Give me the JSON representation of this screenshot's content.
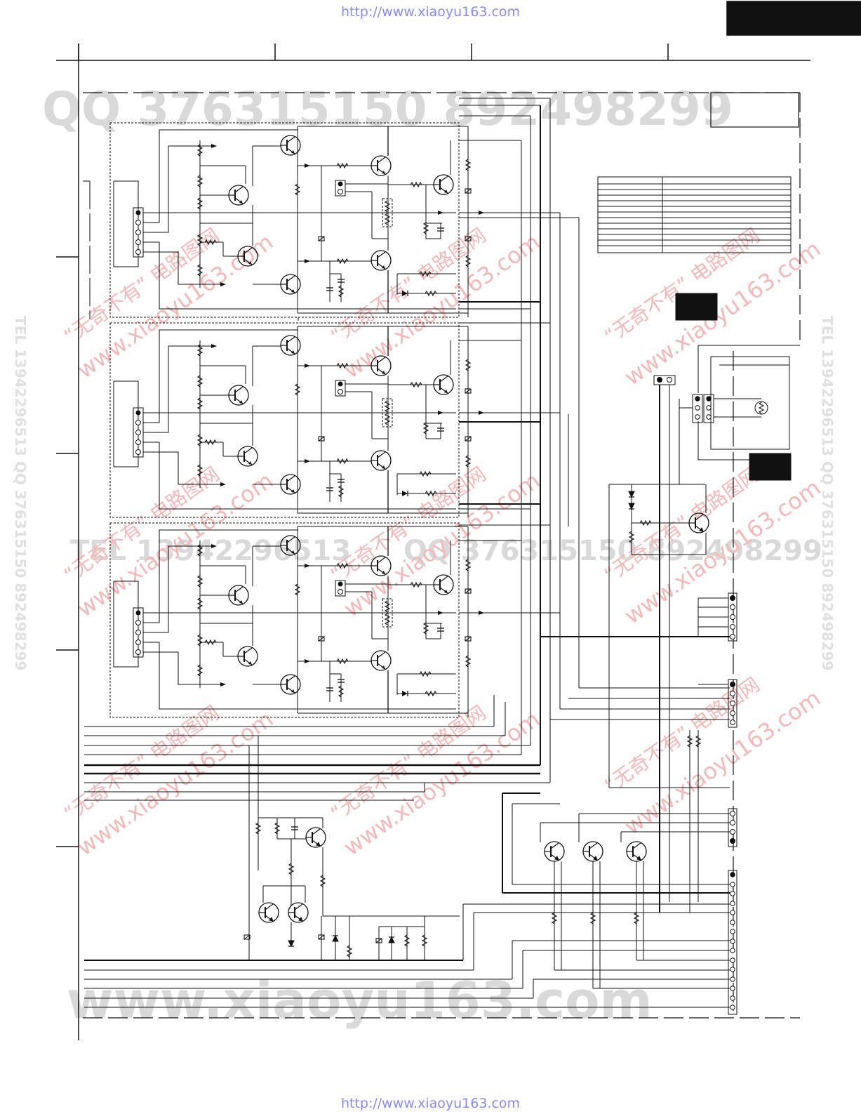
{
  "header": {
    "url_text": "http://www.xiaoyu163.com"
  },
  "footer": {
    "url_text": "http://www.xiaoyu163.com"
  },
  "watermarks": {
    "qq_line": "QQ 376315150   892498299",
    "tel_line": "TEL 13942296513",
    "qq_line_2": "QQ 376315150   892498299",
    "site_line": "www.xiaoyu163.com",
    "side_text": "TEL 13942296513  QQ 376315150  892498299",
    "cn_slogan": "“无奇不有” 电路图网",
    "cn_site": "www.xiaoyu163.com"
  },
  "colors": {
    "line": "#111111",
    "url": "#8a8af5",
    "watermark_gray": "#d9d9d9",
    "watermark_red": "#f4b9b9"
  }
}
